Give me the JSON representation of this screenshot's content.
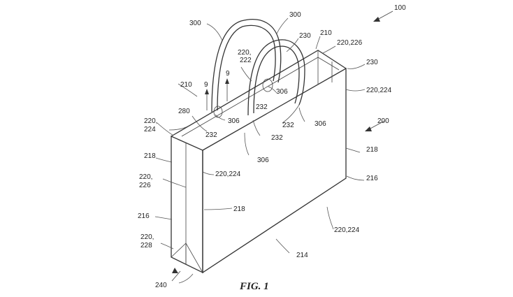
{
  "figure": {
    "caption": "FIG. 1",
    "labels": {
      "l100": "100",
      "l300a": "300",
      "l300b": "300",
      "l230a": "230",
      "l210a": "210",
      "l220_226a": "220,226",
      "l230b": "230",
      "l220_222a": "220,",
      "l220_222b": "222",
      "l9a": "9",
      "l9b": "9",
      "l306a": "306",
      "l210b": "210",
      "l220_224a": "220,224",
      "l232a": "232",
      "l280": "280",
      "l306b": "306",
      "l232b": "232",
      "l306c": "306",
      "l200": "200",
      "l220_224b_1": "220,",
      "l220_224b_2": "224",
      "l232c": "232",
      "l232d": "232",
      "l306d": "306",
      "l218a": "218",
      "l218b": "218",
      "l220_224c": "220,224",
      "l220_226b_1": "220,",
      "l220_226b_2": "226",
      "l216a": "216",
      "l218c": "218",
      "l216b": "216",
      "l220_224d": "220,224",
      "l220_228_1": "220,",
      "l220_228_2": "228",
      "l214": "214",
      "l240": "240"
    }
  }
}
